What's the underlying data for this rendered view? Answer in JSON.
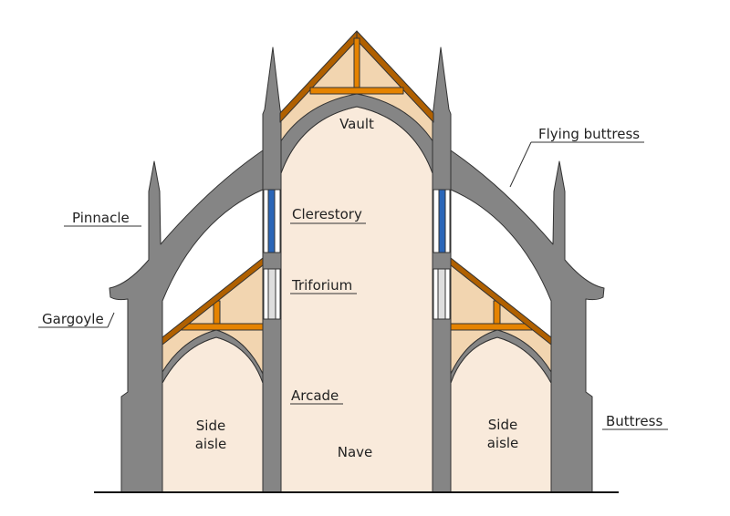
{
  "title": "Gothic cathedral cross-section",
  "labels": {
    "vault": "Vault",
    "clerestory": "Clerestory",
    "triforium": "Triforium",
    "arcade": "Arcade",
    "nave": "Nave",
    "side_aisle_left_1": "Side",
    "side_aisle_left_2": "aisle",
    "side_aisle_right_1": "Side",
    "side_aisle_right_2": "aisle",
    "pinnacle": "Pinnacle",
    "gargoyle": "Gargoyle",
    "flying_buttress": "Flying buttress",
    "buttress": "Buttress"
  },
  "colors": {
    "stone": "#858585",
    "interior": "#f9eadb",
    "roof_space": "#f2d5b0",
    "rafter": "#b06000",
    "beam": "#e58300",
    "glass_blue": "#2a66b8",
    "glass_grey": "#dedede"
  }
}
